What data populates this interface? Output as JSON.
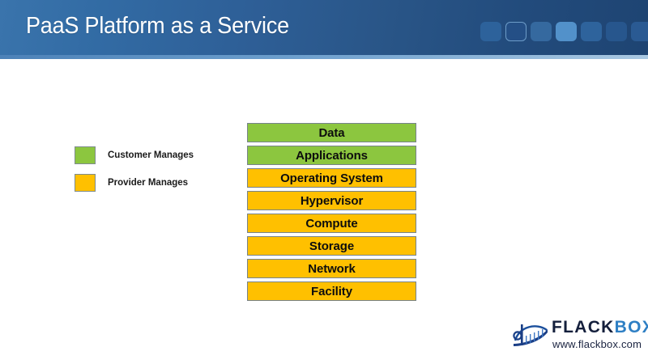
{
  "header": {
    "title": "PaaS Platform as a Service",
    "background_left": "#3a74ac",
    "background_right": "#1e4472",
    "underline_color": "#6d9fcd",
    "squares": [
      {
        "name": "decor-square-1",
        "fill": "#2d629b",
        "border": "none"
      },
      {
        "name": "decor-square-2",
        "fill": "#244f86",
        "border": "#6d9cc8"
      },
      {
        "name": "decor-square-3",
        "fill": "#35699f",
        "border": "none"
      },
      {
        "name": "decor-square-4",
        "fill": "#5291ca",
        "border": "none"
      },
      {
        "name": "decor-square-5",
        "fill": "#2e639c",
        "border": "none"
      },
      {
        "name": "decor-square-6",
        "fill": "#27568d",
        "border": "none"
      },
      {
        "name": "decor-square-7",
        "fill": "#2a5a93",
        "border": "none"
      }
    ]
  },
  "legend": {
    "items": [
      {
        "label": "Customer Manages",
        "color": "#8cc63f"
      },
      {
        "label": "Provider Manages",
        "color": "#ffc000"
      }
    ]
  },
  "stack": {
    "customer_color": "#8cc63f",
    "provider_color": "#ffc000",
    "border_color": "#77838b",
    "layers": [
      {
        "label": "Data",
        "owner": "customer",
        "color": "#8cc63f"
      },
      {
        "label": "Applications",
        "owner": "customer",
        "color": "#8cc63f"
      },
      {
        "label": "Operating System",
        "owner": "provider",
        "color": "#ffc000"
      },
      {
        "label": "Hypervisor",
        "owner": "provider",
        "color": "#ffc000"
      },
      {
        "label": "Compute",
        "owner": "provider",
        "color": "#ffc000"
      },
      {
        "label": "Storage",
        "owner": "provider",
        "color": "#ffc000"
      },
      {
        "label": "Network",
        "owner": "provider",
        "color": "#ffc000"
      },
      {
        "label": "Facility",
        "owner": "provider",
        "color": "#ffc000"
      }
    ]
  },
  "logo": {
    "wordmark_dark": "FLACK",
    "wordmark_light": "BOX",
    "url": "www.flackbox.com",
    "dark_color": "#141f3c",
    "light_color": "#2e7fc4"
  }
}
